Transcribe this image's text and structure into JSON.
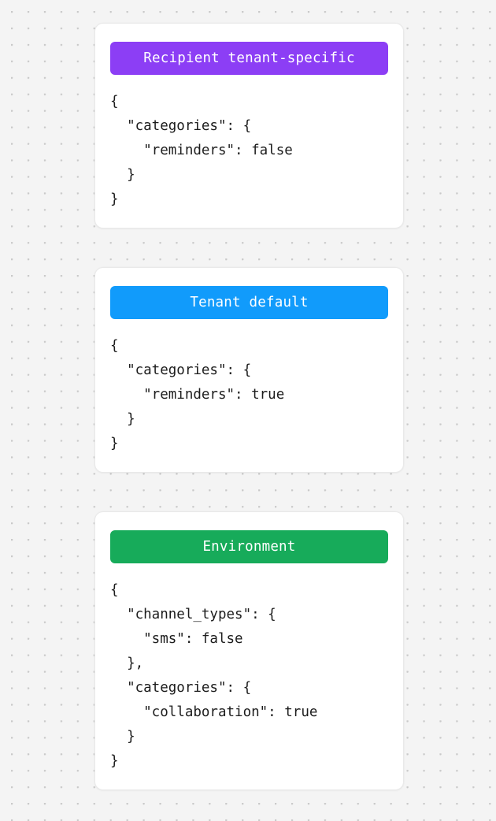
{
  "canvas": {
    "background_color": "#f4f4f4",
    "dot_color": "#c9c9c9",
    "pattern": "dot-grid"
  },
  "cards": [
    {
      "title": "Recipient tenant-specific",
      "badge_color": "#8c3ef5",
      "badge_text_color": "#ffffff",
      "code": "{\n  \"categories\": {\n    \"reminders\": false\n  }\n}",
      "payload": {
        "categories": {
          "reminders": false
        }
      }
    },
    {
      "title": "Tenant default",
      "badge_color": "#119bfb",
      "badge_text_color": "#ffffff",
      "code": "{\n  \"categories\": {\n    \"reminders\": true\n  }\n}",
      "payload": {
        "categories": {
          "reminders": true
        }
      }
    },
    {
      "title": "Environment",
      "badge_color": "#17ab5a",
      "badge_text_color": "#ffffff",
      "code": "{\n  \"channel_types\": {\n    \"sms\": false\n  },\n  \"categories\": {\n    \"collaboration\": true\n  }\n}",
      "payload": {
        "channel_types": {
          "sms": false
        },
        "categories": {
          "collaboration": true
        }
      }
    }
  ]
}
